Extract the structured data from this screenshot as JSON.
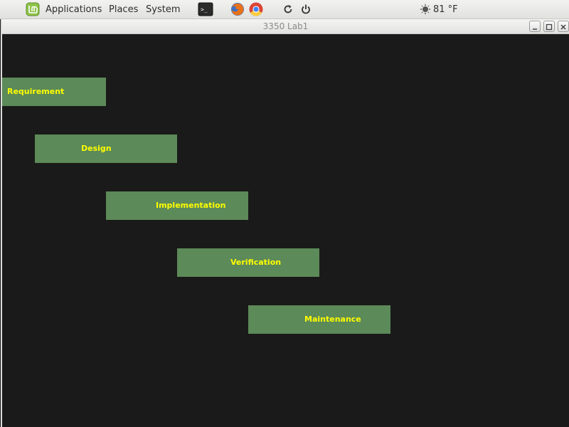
{
  "panel": {
    "menus": [
      "Applications",
      "Places",
      "System"
    ],
    "launchers": [
      "terminal-icon",
      "firefox-icon",
      "chrome-icon"
    ],
    "tray": [
      "refresh-icon",
      "power-icon"
    ],
    "weather": {
      "icon": "sun-icon",
      "temperature": "81 °F"
    }
  },
  "window": {
    "title": "3350 Lab1",
    "controls": [
      "minimize-button",
      "maximize-button",
      "close-button"
    ]
  },
  "diagram": {
    "box_color": "#5c8a58",
    "text_color": "#ffff00",
    "stages": [
      "Requirement",
      "Design",
      "Implementation",
      "Verification",
      "Maintenance"
    ]
  }
}
